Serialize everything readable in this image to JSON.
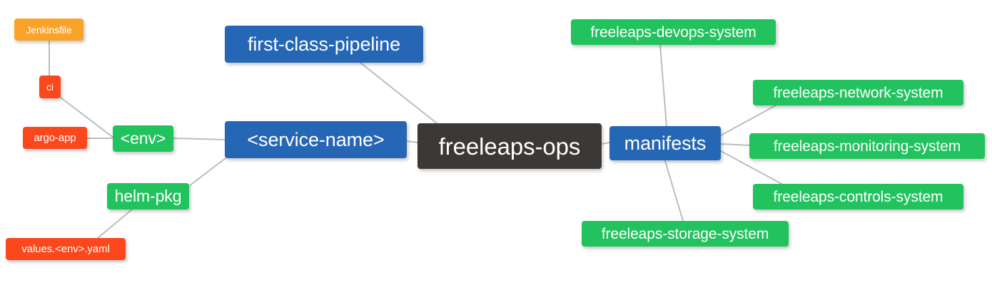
{
  "diagram": {
    "type": "mindmap",
    "title": "freeleaps-ops repository structure",
    "background_color": "#ffffff",
    "edge_color": "#bdbdbd",
    "palette": {
      "root": "#3b3835",
      "blue": "#2566b5",
      "green": "#22c25e",
      "orange": "#f9a32b",
      "red": "#fa481c",
      "text": "#ffffff"
    },
    "nodes": [
      {
        "id": "freeleaps-ops",
        "label": "freeleaps-ops",
        "color": "#3b3835",
        "role": "root"
      },
      {
        "id": "service-name",
        "label": "<service-name>",
        "color": "#2566b5",
        "role": "branch"
      },
      {
        "id": "first-class-pipeline",
        "label": "first-class-pipeline",
        "color": "#2566b5",
        "role": "branch"
      },
      {
        "id": "manifests",
        "label": "manifests",
        "color": "#2566b5",
        "role": "branch"
      },
      {
        "id": "env",
        "label": "<env>",
        "color": "#22c25e",
        "role": "sub"
      },
      {
        "id": "helm-pkg",
        "label": "helm-pkg",
        "color": "#22c25e",
        "role": "sub"
      },
      {
        "id": "jenkinsfile",
        "label": "Jenkinsfile",
        "color": "#f9a32b",
        "role": "leaf"
      },
      {
        "id": "ci",
        "label": "ci",
        "color": "#fa481c",
        "role": "leaf"
      },
      {
        "id": "argo-app",
        "label": "argo-app",
        "color": "#fa481c",
        "role": "leaf"
      },
      {
        "id": "values-env-yaml",
        "label": "values.<env>.yaml",
        "color": "#fa481c",
        "role": "leaf"
      },
      {
        "id": "freeleaps-devops-system",
        "label": "freeleaps-devops-system",
        "color": "#22c25e",
        "role": "leaf"
      },
      {
        "id": "freeleaps-network-system",
        "label": "freeleaps-network-system",
        "color": "#22c25e",
        "role": "leaf"
      },
      {
        "id": "freeleaps-monitoring-system",
        "label": "freeleaps-monitoring-system",
        "color": "#22c25e",
        "role": "leaf"
      },
      {
        "id": "freeleaps-controls-system",
        "label": "freeleaps-controls-system",
        "color": "#22c25e",
        "role": "leaf"
      },
      {
        "id": "freeleaps-storage-system",
        "label": "freeleaps-storage-system",
        "color": "#22c25e",
        "role": "leaf"
      }
    ],
    "edges": [
      {
        "from": "freeleaps-ops",
        "to": "service-name"
      },
      {
        "from": "freeleaps-ops",
        "to": "first-class-pipeline"
      },
      {
        "from": "freeleaps-ops",
        "to": "manifests"
      },
      {
        "from": "service-name",
        "to": "env"
      },
      {
        "from": "service-name",
        "to": "helm-pkg"
      },
      {
        "from": "env",
        "to": "ci"
      },
      {
        "from": "env",
        "to": "argo-app"
      },
      {
        "from": "ci",
        "to": "jenkinsfile"
      },
      {
        "from": "helm-pkg",
        "to": "values-env-yaml"
      },
      {
        "from": "manifests",
        "to": "freeleaps-devops-system"
      },
      {
        "from": "manifests",
        "to": "freeleaps-network-system"
      },
      {
        "from": "manifests",
        "to": "freeleaps-monitoring-system"
      },
      {
        "from": "manifests",
        "to": "freeleaps-controls-system"
      },
      {
        "from": "manifests",
        "to": "freeleaps-storage-system"
      }
    ]
  }
}
